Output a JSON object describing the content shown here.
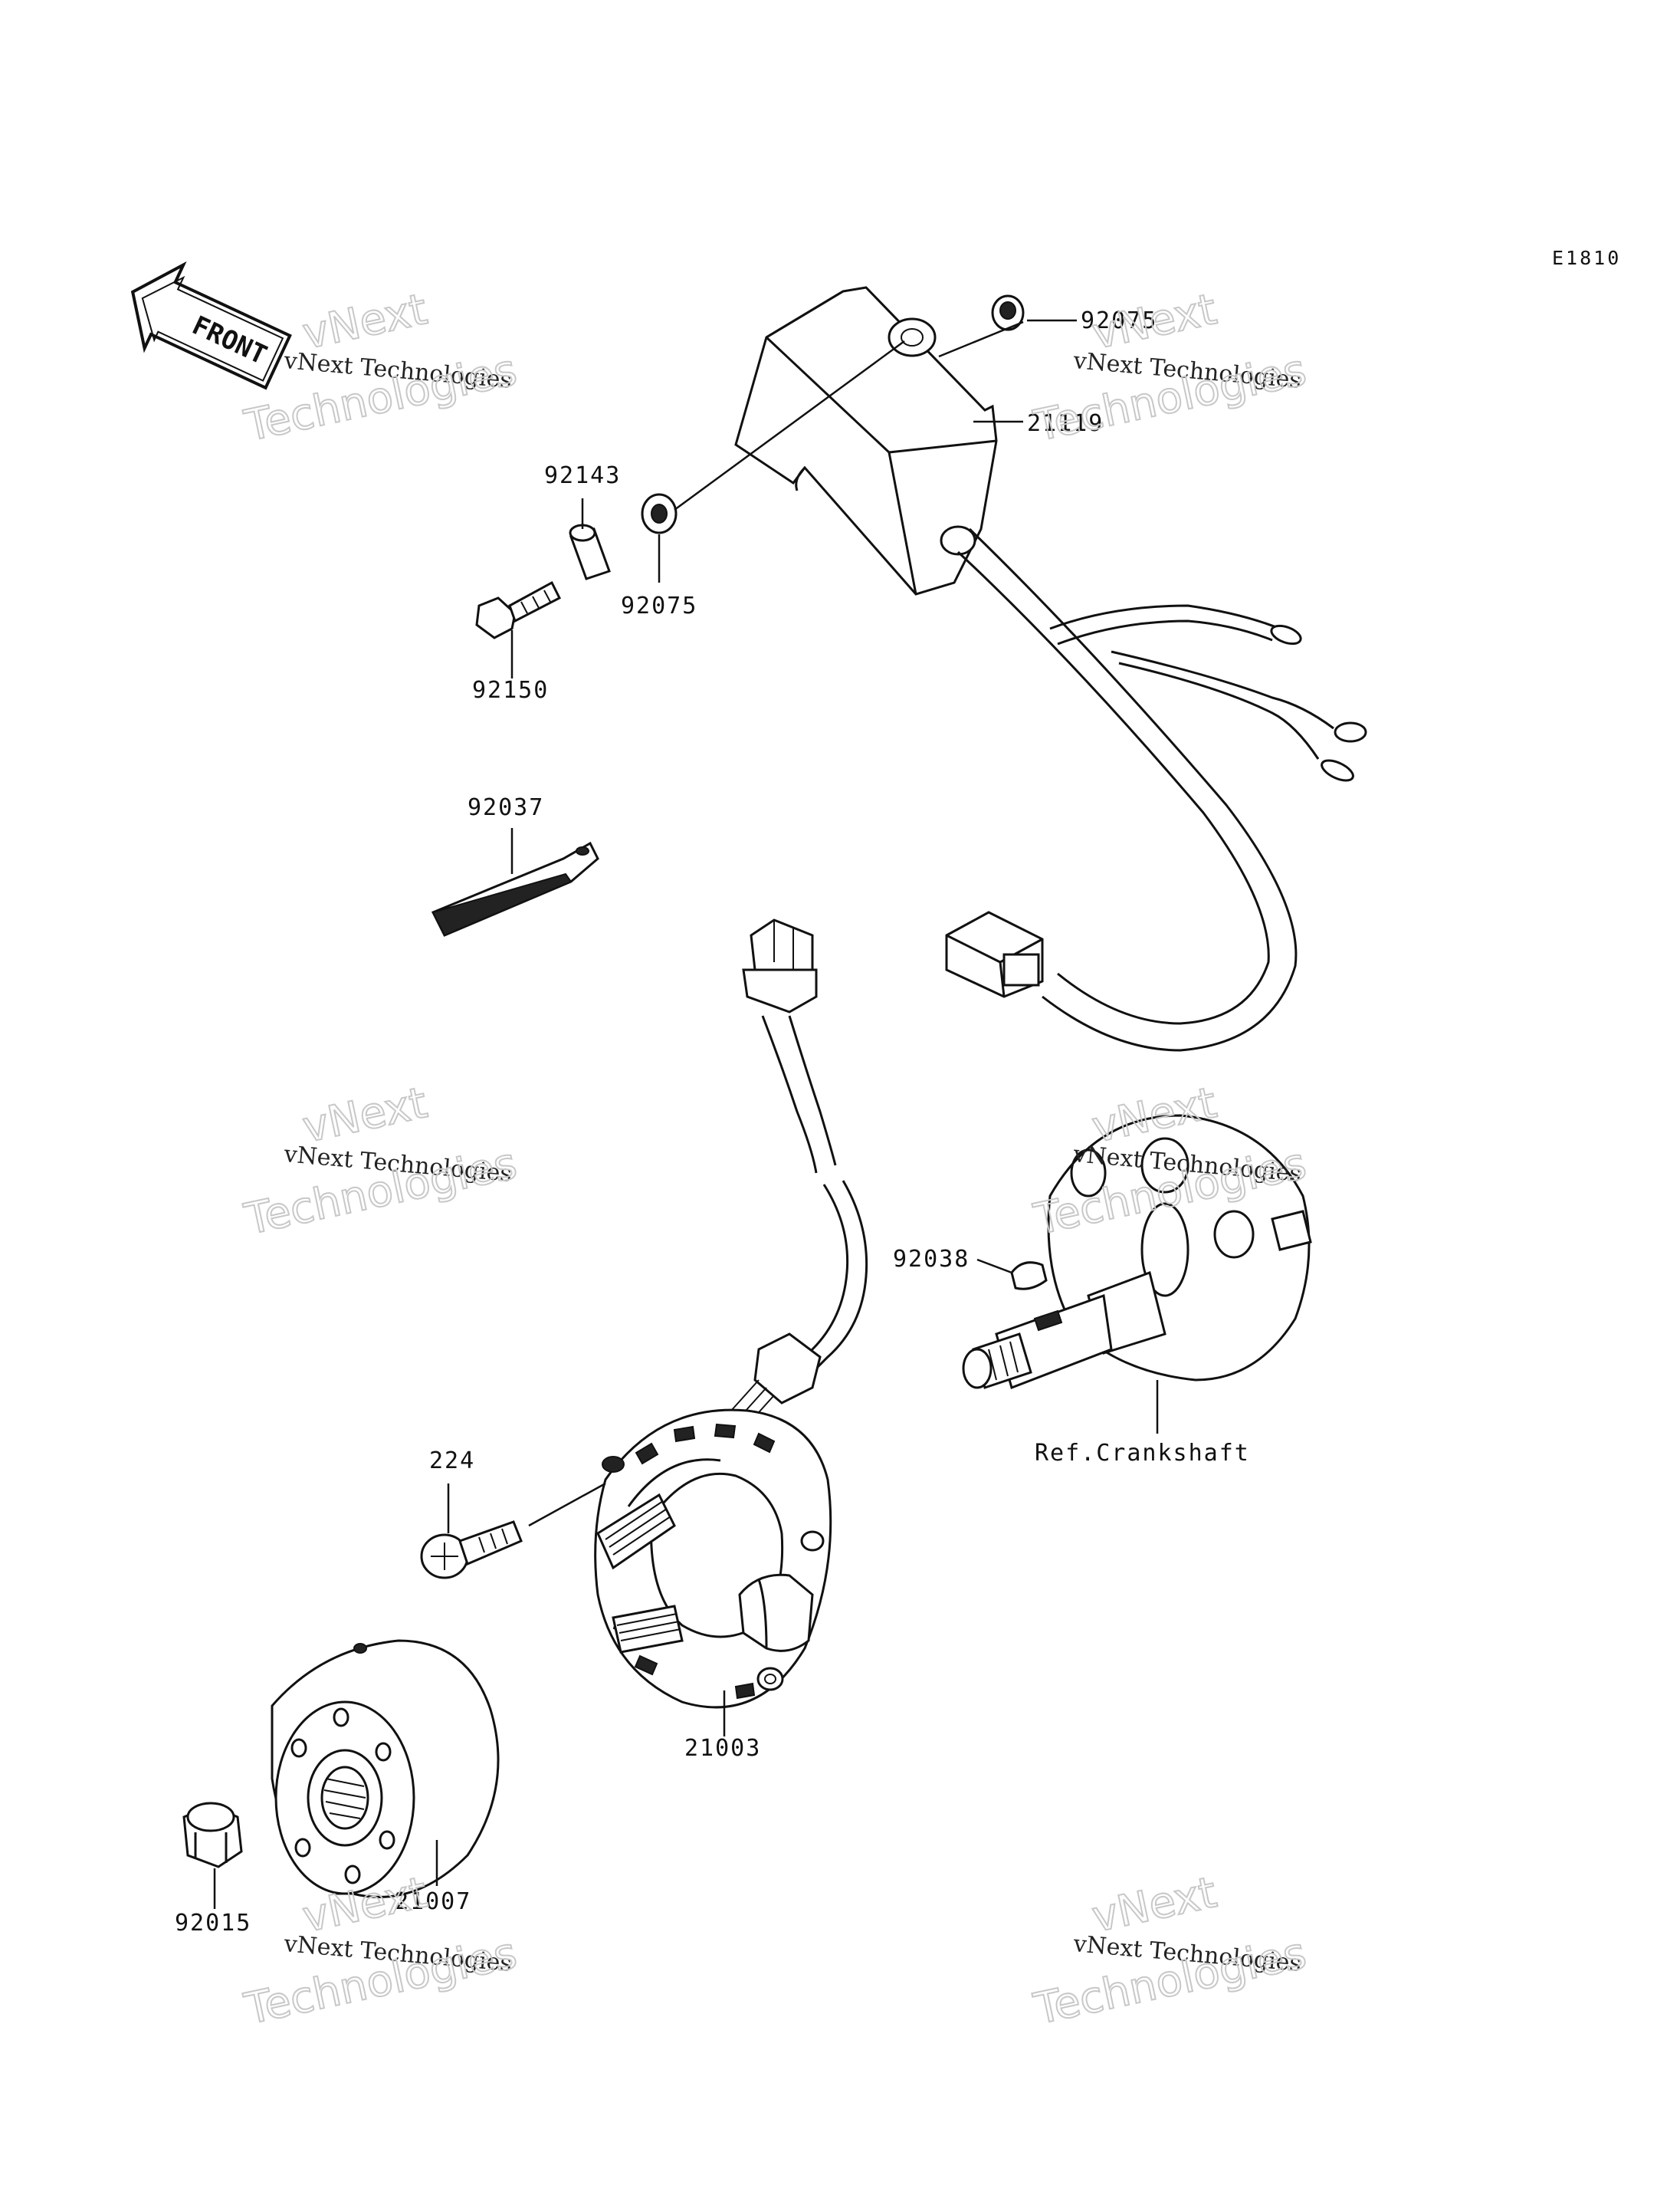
{
  "diagram_code": "E1810",
  "front_label": "FRONT",
  "watermark": {
    "top_line": "vNext",
    "middle_line": "vNext Technologies",
    "bottom_line": "Technologies"
  },
  "callouts": {
    "p92075_top": "92075",
    "p21119": "21119",
    "p92143": "92143",
    "p92075_bottom": "92075",
    "p92150": "92150",
    "p92037": "92037",
    "p92038": "92038",
    "p224": "224",
    "p21003": "21003",
    "p21007": "21007",
    "p92015": "92015",
    "ref_crankshaft": "Ref.Crankshaft"
  },
  "colors": {
    "ink": "#111111",
    "watermark": "#c8c8c8"
  }
}
